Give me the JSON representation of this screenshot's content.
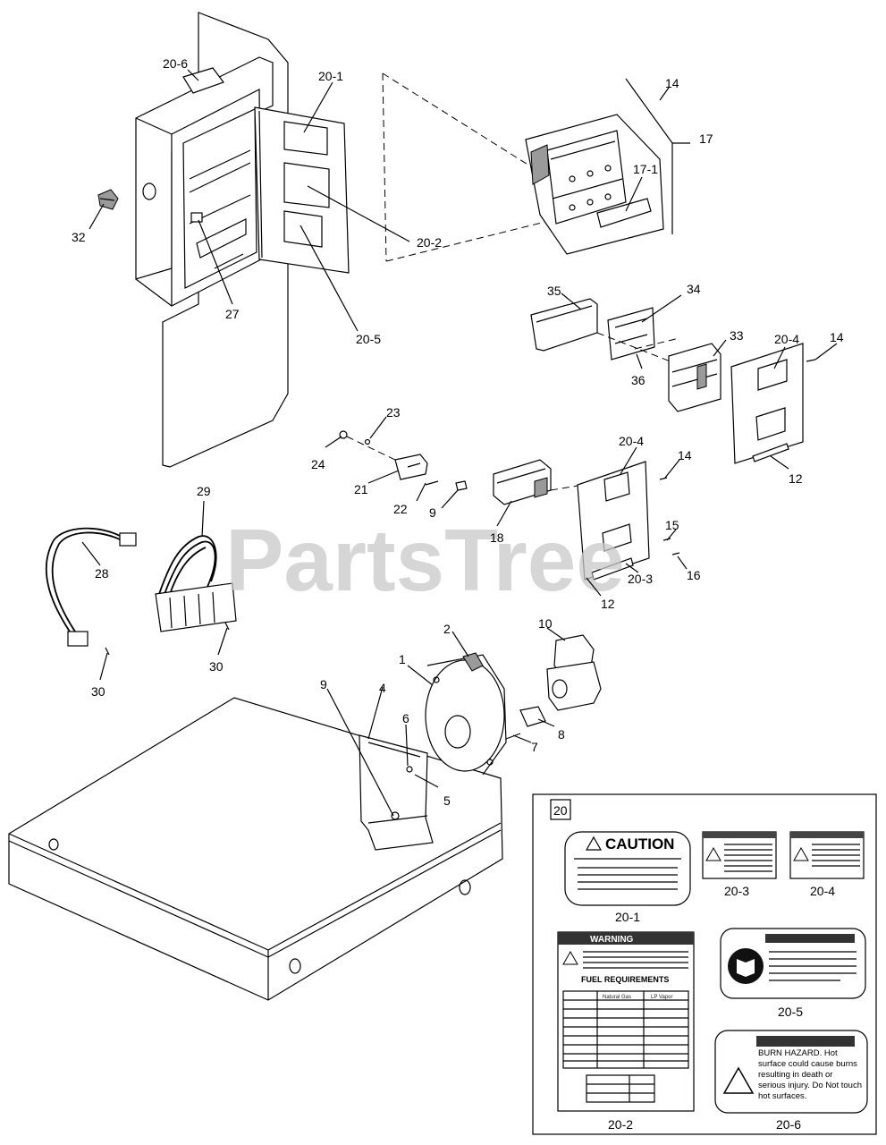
{
  "watermark": "PartsTree",
  "callouts": {
    "c20_6": "20-6",
    "c20_1": "20-1",
    "c20_2": "20-2",
    "c20_5": "20-5",
    "c27": "27",
    "c32": "32",
    "c14a": "14",
    "c17": "17",
    "c17_1": "17-1",
    "c35": "35",
    "c34": "34",
    "c33": "33",
    "c20_4a": "20-4",
    "c14b": "14",
    "c36": "36",
    "c12a": "12",
    "c23": "23",
    "c24": "24",
    "c21": "21",
    "c22": "22",
    "c9a": "9",
    "c18": "18",
    "c20_4b": "20-4",
    "c14c": "14",
    "c15": "15",
    "c16": "16",
    "c20_3": "20-3",
    "c12b": "12",
    "c29": "29",
    "c28": "28",
    "c30a": "30",
    "c30b": "30",
    "c2": "2",
    "c10": "10",
    "c1": "1",
    "c4": "4",
    "c9b": "9",
    "c6": "6",
    "c7": "7",
    "c8": "8",
    "c5": "5"
  },
  "inset": {
    "box_number": "20",
    "caution_title": "CAUTION",
    "warning_title": "WARNING",
    "fuel_requirements": "FUEL REQUIREMENTS",
    "natural_gas": "Natural Gas",
    "lp_vapor": "LP Vapor",
    "burn_hazard_text": "BURN HAZARD. Hot surface could cause burns resulting in death or serious injury. Do Not touch hot surfaces.",
    "labels": {
      "l20_1": "20-1",
      "l20_2": "20-2",
      "l20_3": "20-3",
      "l20_4": "20-4",
      "l20_5": "20-5",
      "l20_6": "20-6"
    }
  }
}
